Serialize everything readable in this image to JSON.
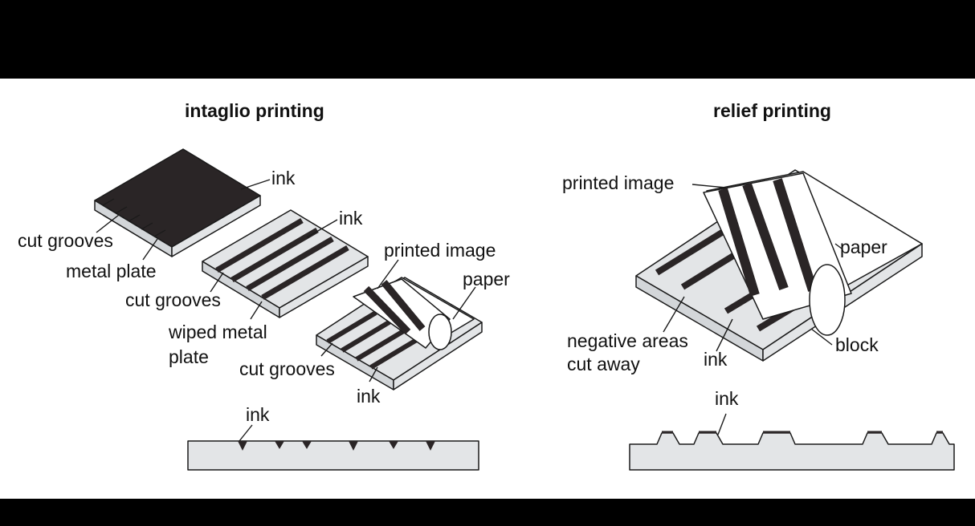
{
  "intaglio": {
    "title": "intaglio printing",
    "labels": {
      "ink_top": "ink",
      "cut_grooves_1": "cut grooves",
      "metal_plate": "metal plate",
      "ink_mid": "ink",
      "cut_grooves_2": "cut grooves",
      "wiped_metal_plate_1": "wiped metal",
      "wiped_metal_plate_2": "plate",
      "printed_image": "printed image",
      "paper": "paper",
      "cut_grooves_3": "cut grooves",
      "ink_low": "ink",
      "ink_section": "ink"
    }
  },
  "relief": {
    "title": "relief printing",
    "labels": {
      "printed_image": "printed image",
      "paper": "paper",
      "negative_areas_1": "negative areas",
      "negative_areas_2": "cut away",
      "ink": "ink",
      "block": "block",
      "ink_section": "ink"
    }
  },
  "colors": {
    "ink": "#2a2526",
    "plate": "#e3e5e7",
    "plate_side": "#d3d6d9",
    "line": "#1a1a1a",
    "paper": "#ffffff"
  }
}
